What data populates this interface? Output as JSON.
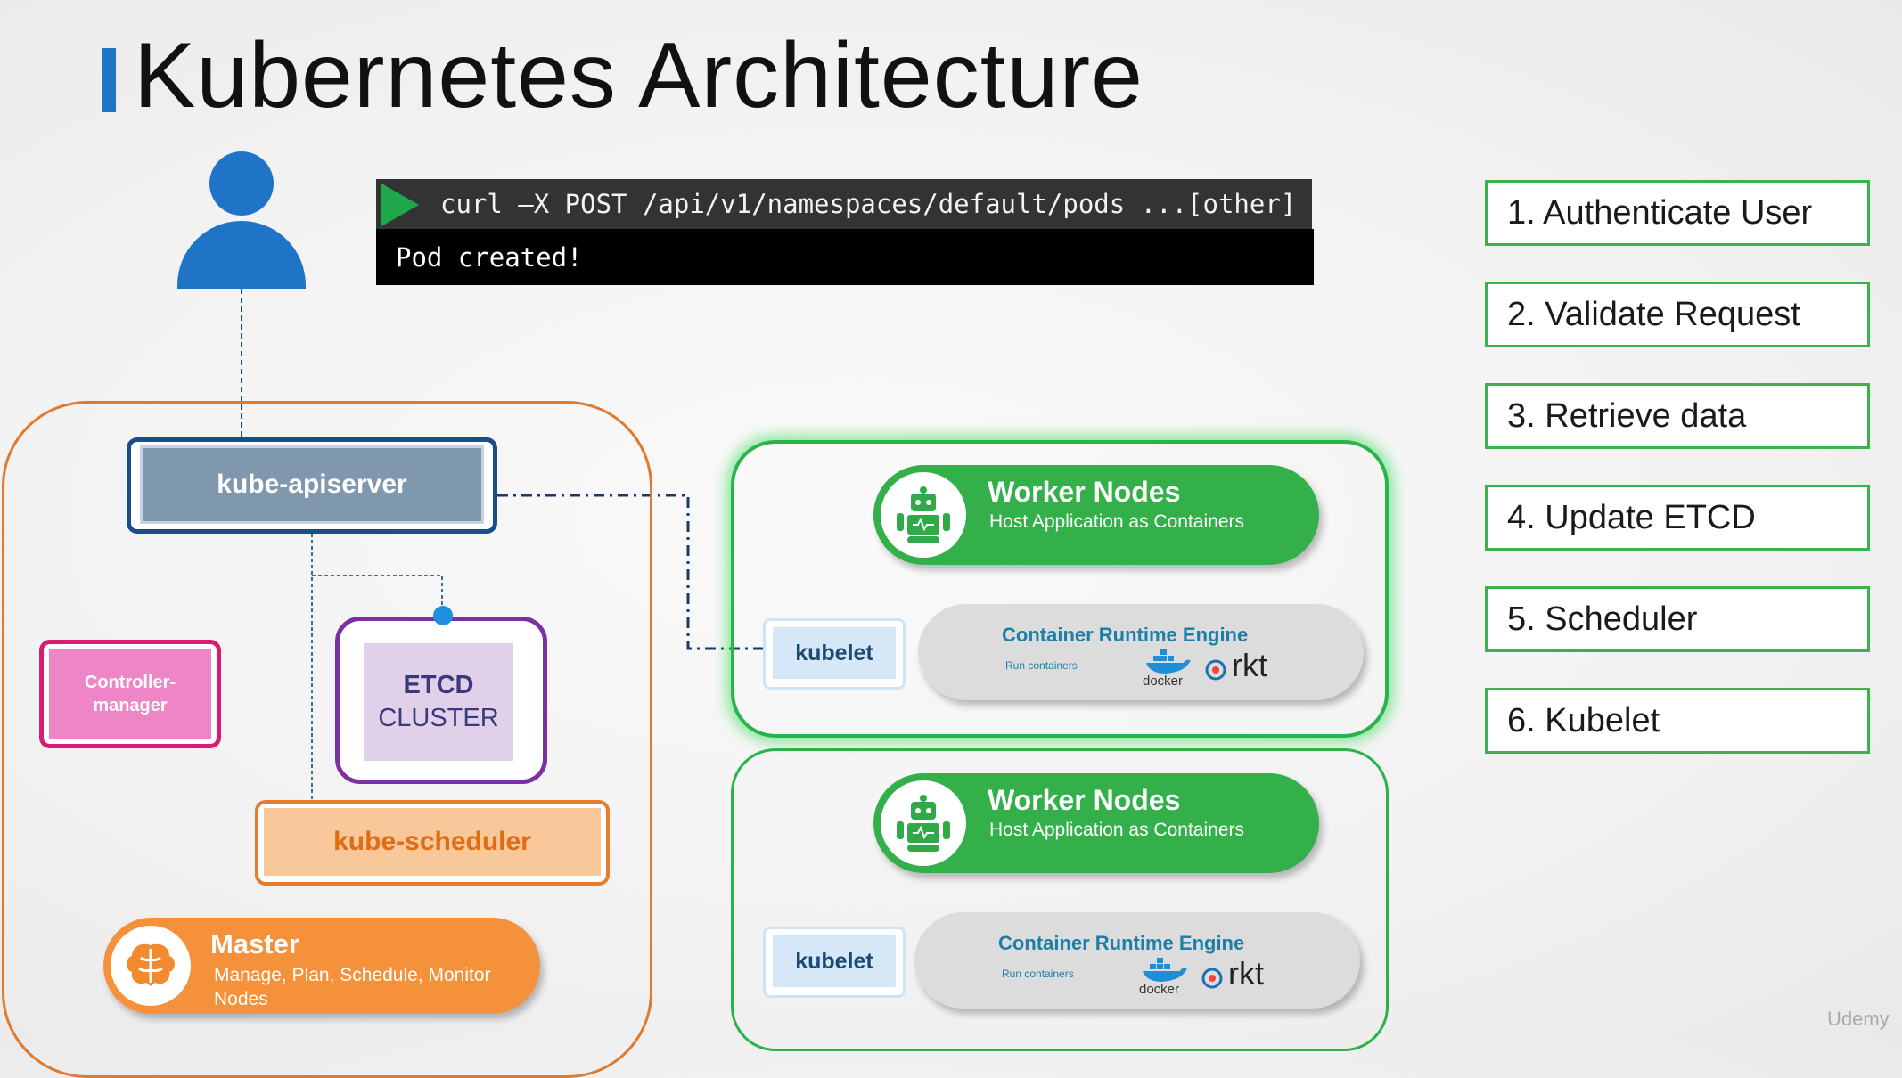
{
  "title": "Kubernetes Architecture",
  "terminal": {
    "command": "curl –X POST /api/v1/namespaces/default/pods ...[other]",
    "output": "Pod created!"
  },
  "master": {
    "apiserver": "kube-apiserver",
    "controller_manager": "Controller-manager",
    "etcd_line1": "ETCD",
    "etcd_line2": "CLUSTER",
    "scheduler": "kube-scheduler",
    "title": "Master",
    "subtitle": "Manage, Plan, Schedule, Monitor Nodes"
  },
  "workers": [
    {
      "title": "Worker Nodes",
      "subtitle": "Host Application as Containers",
      "kubelet": "kubelet",
      "cre_title": "Container Runtime Engine",
      "cre_sub": "Run containers",
      "docker": "docker",
      "rkt": "rkt"
    },
    {
      "title": "Worker Nodes",
      "subtitle": "Host Application as Containers",
      "kubelet": "kubelet",
      "cre_title": "Container Runtime Engine",
      "cre_sub": "Run containers",
      "docker": "docker",
      "rkt": "rkt"
    }
  ],
  "steps": [
    "1. Authenticate User",
    "2. Validate Request",
    "3. Retrieve data",
    "4. Update ETCD",
    "5. Scheduler",
    "6. Kubelet"
  ],
  "watermark": "Udemy",
  "colors": {
    "accent_blue": "#1f74c8",
    "master_orange": "#e07a2c",
    "worker_green": "#33b04a",
    "etcd_purple": "#7b2fa0",
    "controller_pink": "#d81b73"
  }
}
